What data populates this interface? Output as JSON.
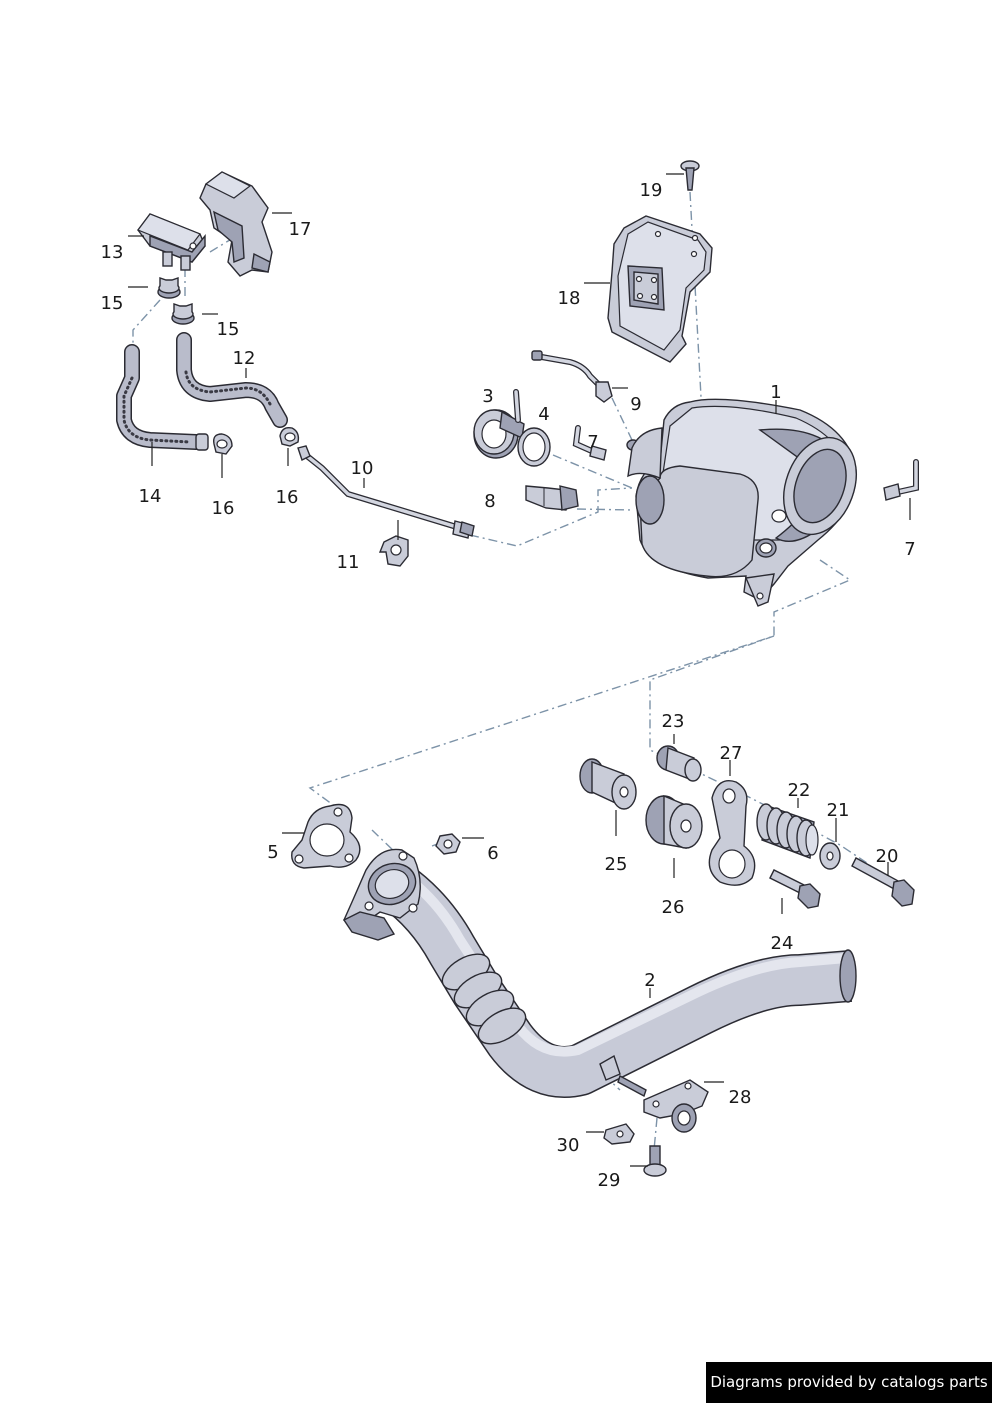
{
  "callouts": {
    "c1": "1",
    "c2": "2",
    "c3": "3",
    "c4": "4",
    "c5": "5",
    "c6": "6",
    "c7a": "7",
    "c7b": "7",
    "c8": "8",
    "c9": "9",
    "c10": "10",
    "c11": "11",
    "c12": "12",
    "c13": "13",
    "c14": "14",
    "c15a": "15",
    "c15b": "15",
    "c16a": "16",
    "c16b": "16",
    "c17": "17",
    "c18": "18",
    "c19": "19",
    "c20": "20",
    "c21": "21",
    "c22": "22",
    "c23": "23",
    "c24": "24",
    "c25": "25",
    "c26": "26",
    "c27": "27",
    "c28": "28",
    "c29": "29",
    "c30": "30"
  },
  "footer": {
    "text": "Diagrams provided by catalogs parts"
  },
  "colors": {
    "metal": "#c9ccd8",
    "outline": "#2b2b33",
    "dash_line": "#7d93a8",
    "footer_bg": "#000000"
  }
}
